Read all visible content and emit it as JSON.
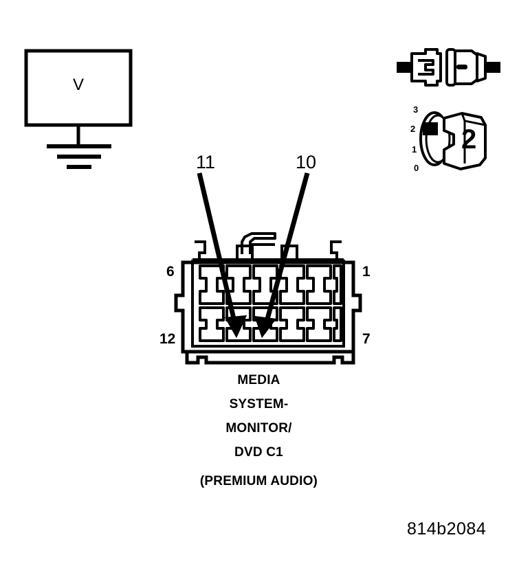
{
  "figure": {
    "code": "814b2084",
    "caption_lines": [
      "MEDIA",
      "SYSTEM-",
      "MONITOR/",
      "DVD C1",
      "(PREMIUM AUDIO)"
    ]
  },
  "meter": {
    "symbol": "V",
    "name": "voltmeter",
    "ground_bars": 3
  },
  "probes": [
    {
      "label": "11",
      "target_pin": "11"
    },
    {
      "label": "10",
      "target_pin": "10"
    }
  ],
  "connector": {
    "name": "MEDIA SYSTEM-MONITOR/ DVD C1 (PREMIUM AUDIO)",
    "cavity_count": 12,
    "rows": 2,
    "columns": 6,
    "corner_labels": {
      "top_left": "6",
      "top_right": "1",
      "bottom_left": "12",
      "bottom_right": "7"
    },
    "highlighted_cavities": [
      "11",
      "10"
    ]
  },
  "dial": {
    "ticks": [
      "3",
      "2",
      "1",
      "0"
    ],
    "selected": "2",
    "display": "2"
  },
  "colors": {
    "ink": "#000000",
    "paper": "#ffffff"
  }
}
